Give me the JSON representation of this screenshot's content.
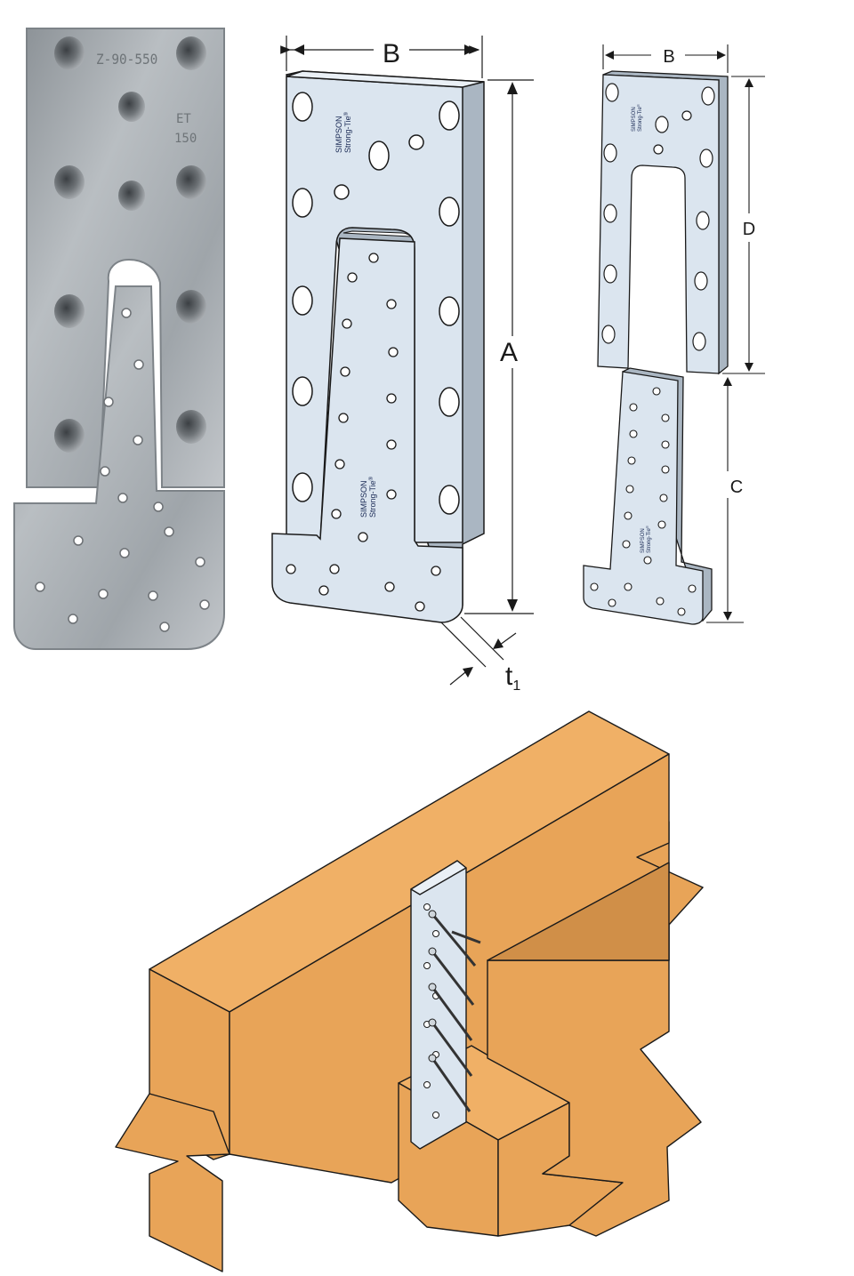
{
  "dimensions": {
    "width_label": "B",
    "length_label": "A",
    "thickness_label": "t",
    "thickness_subscript": "1",
    "upper_part_label": "D",
    "lower_part_label": "C",
    "width_label_parts": "B"
  },
  "plate_marking": {
    "brand_line1": "SIMPSON",
    "brand_line2": "Strong-Tie",
    "registered": "®"
  },
  "photo_stamp": {
    "code": "Z-90-550",
    "model_line1": "ET",
    "model_line2": "150"
  },
  "colors": {
    "plate_fill": "#dbe5ef",
    "timber_fill": "#e8a458",
    "outline": "#1a1a1a",
    "photo_metal": "#a7adb2"
  }
}
